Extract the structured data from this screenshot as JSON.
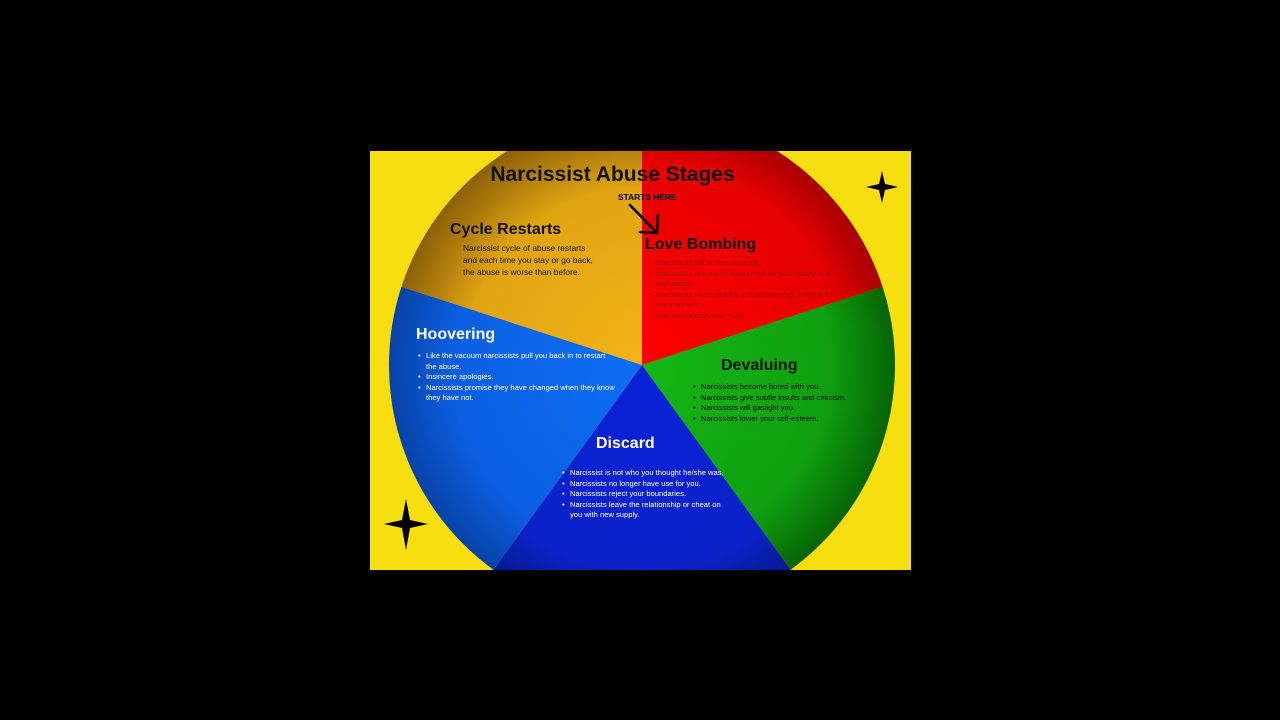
{
  "title": "Narcissist Abuse Stages",
  "starts_here": "STARTS HERE",
  "colors": {
    "background": "#000000",
    "card": "#f7de10",
    "love_bombing": "#e60000",
    "devaluing": "#0f9e0f",
    "discard": "#0a22c8",
    "hoovering": "#0b5ee0",
    "cycle_restarts": "#e0a412",
    "stars": "#000000"
  },
  "stages": {
    "love_bombing": {
      "title": "Love Bombing",
      "bullets": [
        "Narcissists fall in love instantly.",
        "Narcissists are overly concerned for your safety and well-being.",
        "Narcissists move quickly in a relationship, rushing to commitment.",
        "Narcissists gain your trust."
      ]
    },
    "devaluing": {
      "title": "Devaluing",
      "bullets": [
        "Narcissists become bored with you.",
        "Narcissists give subtle insults and criticism.",
        "Narcissists will gaslight you.",
        "Narcissists lower your self-esteem."
      ]
    },
    "discard": {
      "title": "Discard",
      "bullets": [
        "Narcissist is not who you thought he/she was.",
        "Narcissists no longer have use for you.",
        "Narcissists reject your boundaries.",
        "Narcissists leave the relationship or cheat on you with new supply."
      ]
    },
    "hoovering": {
      "title": "Hoovering",
      "bullets": [
        "Like the vacuum narcissists pull you back in to restart the abuse.",
        "Insincere apologies.",
        "Narcissists promise they have changed when they know they have not."
      ]
    },
    "cycle_restarts": {
      "title": "Cycle Restarts",
      "text": "Narcissist cycle of abuse restarts and each time you stay or go back, the abuse is worse than before."
    }
  },
  "icons": [
    "four-point-star-icon",
    "four-point-star-icon",
    "arrow-icon"
  ]
}
